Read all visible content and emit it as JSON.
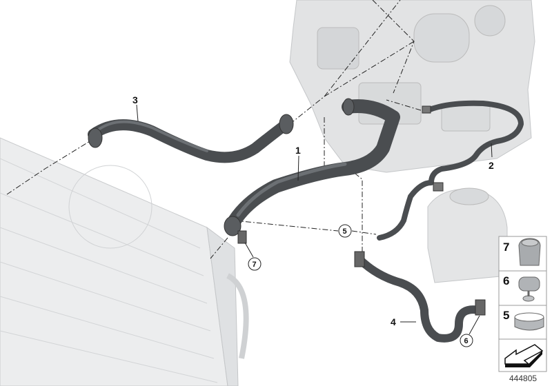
{
  "diagram_id": "444805",
  "callouts": [
    {
      "id": "1",
      "text": "1"
    },
    {
      "id": "2",
      "text": "2"
    },
    {
      "id": "3",
      "text": "3"
    },
    {
      "id": "4",
      "text": "4"
    }
  ],
  "circled_callouts": [
    {
      "id": "5",
      "text": "5"
    },
    {
      "id": "6",
      "text": "6"
    },
    {
      "id": "7",
      "text": "7"
    }
  ],
  "legend": {
    "items": [
      {
        "number": "7",
        "part": "hose-connector-icon"
      },
      {
        "number": "6",
        "part": "hose-clamp-with-pin-icon"
      },
      {
        "number": "5",
        "part": "hose-clamp-icon"
      }
    ],
    "direction_icon": "arrow-down-left-icon"
  },
  "colors": {
    "hose": "#4a4d50",
    "engine": "#e2e3e4",
    "radiator": "#e9eaeb",
    "line": "#222222"
  }
}
